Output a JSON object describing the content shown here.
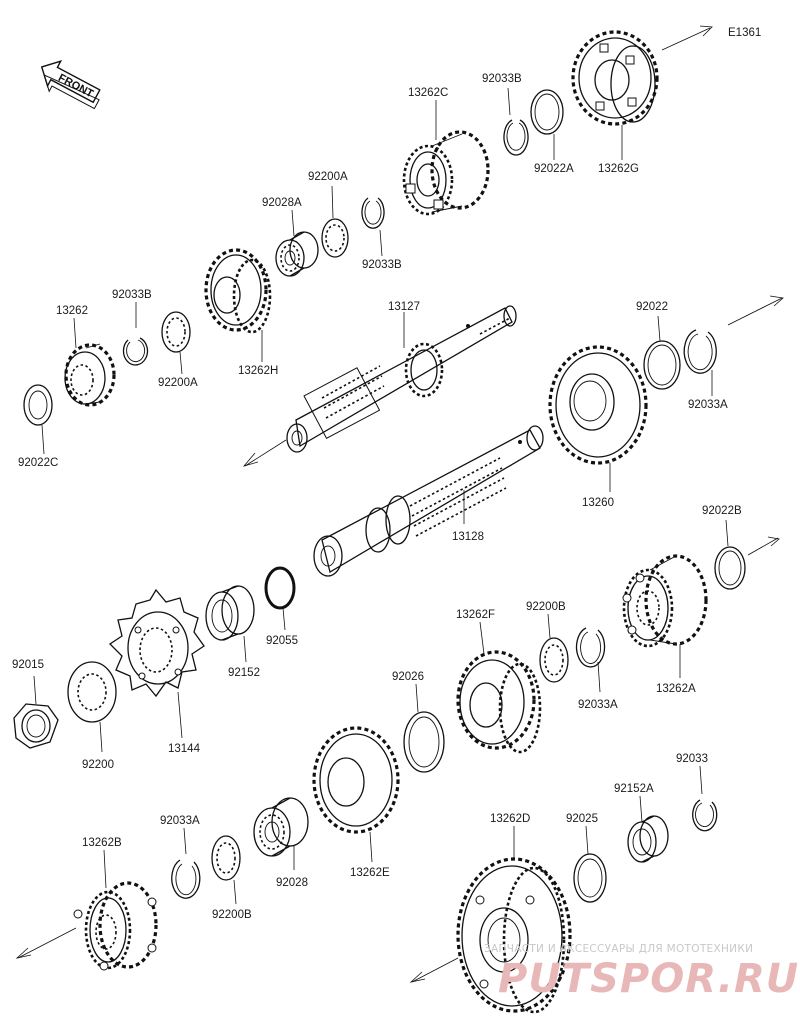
{
  "diagram": {
    "code": "E1361",
    "front_label": "FRONT",
    "watermark": {
      "line1": "ЗАПЧАСТИ И АКСЕССУАРЫ ДЛЯ МОТОТЕХНИКИ",
      "line2": "PUTSPOR.RU"
    },
    "labels": {
      "l13262C": "13262C",
      "l92033B_top": "92033B",
      "l92022A": "92022A",
      "l13262G": "13262G",
      "l92200A_top": "92200A",
      "l92028A": "92028A",
      "l92033B_mid": "92033B",
      "l13262": "13262",
      "l92033B_left": "92033B",
      "l92200A_left": "92200A",
      "l13262H": "13262H",
      "l92022C": "92022C",
      "l13127": "13127",
      "l92022": "92022",
      "l92033A_right": "92033A",
      "l13260": "13260",
      "l13128": "13128",
      "l92022B": "92022B",
      "l92055": "92055",
      "l92152": "92152",
      "l92015": "92015",
      "l92200": "92200",
      "l13144": "13144",
      "l92026": "92026",
      "l13262F": "13262F",
      "l92200B_mid": "92200B",
      "l92033A_mid": "92033A",
      "l13262A": "13262A",
      "l92033": "92033",
      "l92152A": "92152A",
      "l13262B": "13262B",
      "l92033A_low": "92033A",
      "l92200B_low": "92200B",
      "l92028": "92028",
      "l13262E": "13262E",
      "l13262D": "13262D",
      "l92025": "92025"
    }
  }
}
